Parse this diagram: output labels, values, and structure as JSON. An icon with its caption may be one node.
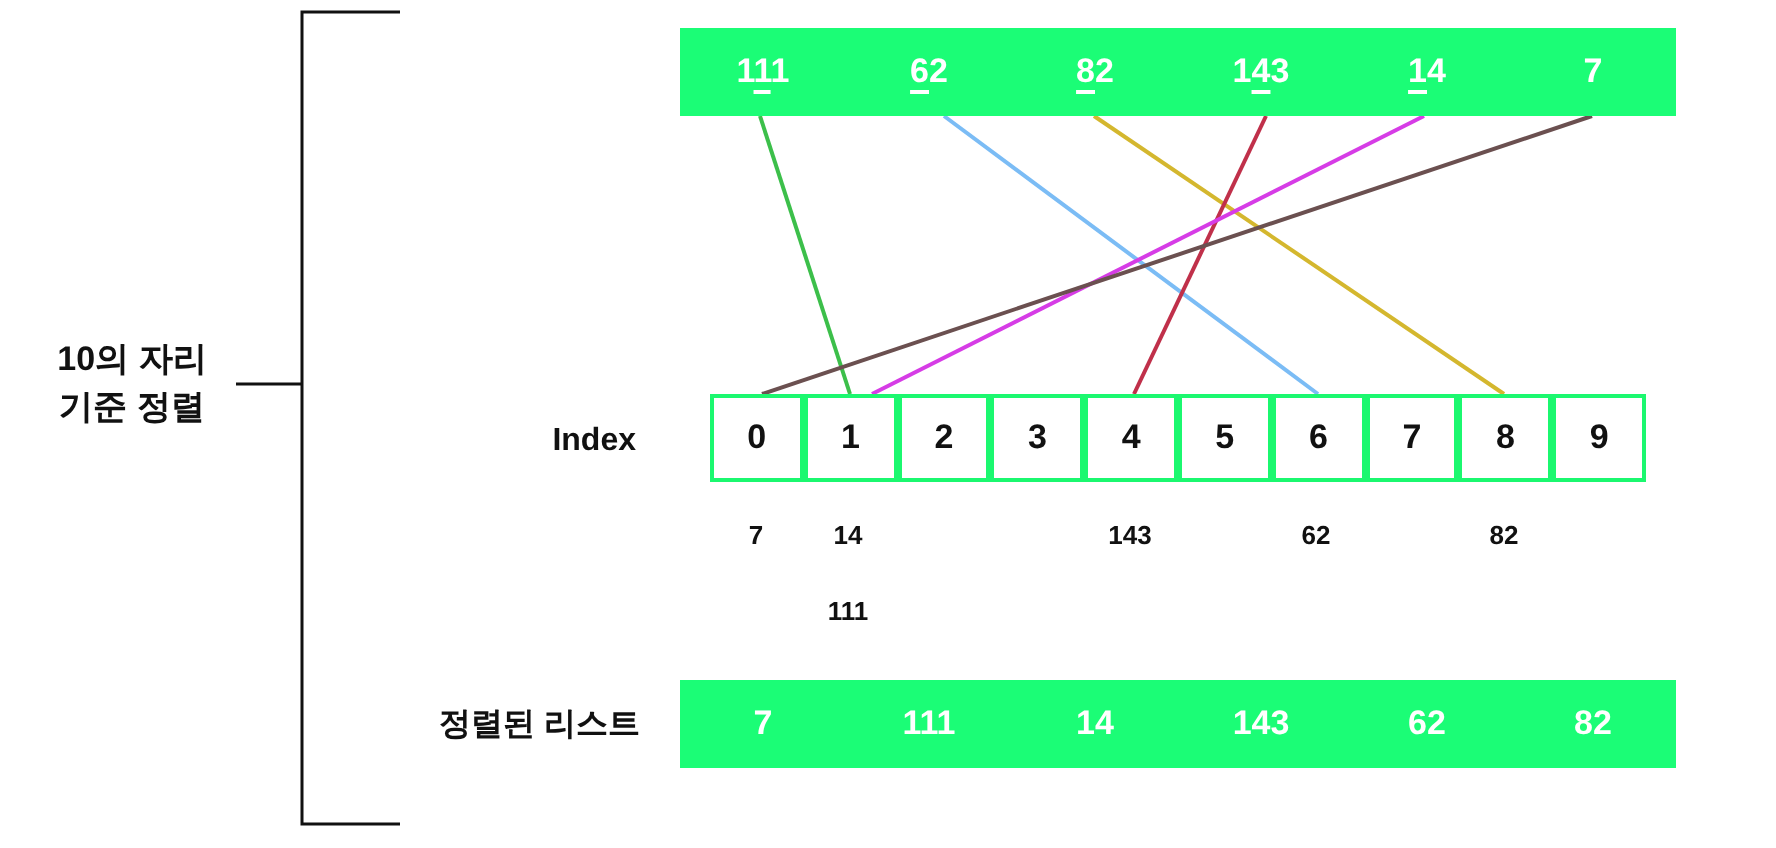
{
  "diagram": {
    "nodes": [
      {
        "text": [
          "111"
        ]
      },
      {
        "text": [
          "62"
        ]
      },
      {
        "text": [
          "82"
        ]
      },
      {
        "text": [
          "143"
        ]
      },
      {
        "text": [
          "14"
        ]
      },
      {
        "text": [
          "7"
        ]
      },
      {
        "text": [
          "0"
        ]
      },
      {
        "text": [
          "1"
        ]
      },
      {
        "text": [
          "2"
        ]
      },
      {
        "text": [
          "3"
        ]
      },
      {
        "text": [
          "4"
        ]
      },
      {
        "text": [
          "5"
        ]
      },
      {
        "text": [
          "6"
        ]
      },
      {
        "text": [
          "7"
        ]
      },
      {
        "text": [
          "8"
        ]
      },
      {
        "text": [
          "9"
        ]
      },
      {
        "text": [
          "7"
        ]
      },
      {
        "text": [
          "111"
        ]
      },
      {
        "text": [
          "14"
        ]
      },
      {
        "text": [
          "143"
        ]
      },
      {
        "text": [
          "62"
        ]
      },
      {
        "text": [
          "82"
        ]
      }
    ],
    "edges": [
      {
        "from": 0,
        "to": 7,
        "arrow": "none",
        "color": "#3cbf4a"
      },
      {
        "from": 1,
        "to": 12,
        "arrow": "none",
        "color": "#7bbcf5"
      },
      {
        "from": 2,
        "to": 14,
        "arrow": "none",
        "color": "#d4b72e"
      },
      {
        "from": 3,
        "to": 10,
        "arrow": "none",
        "color": "#c0304a"
      },
      {
        "from": 4,
        "to": 7,
        "arrow": "none",
        "color": "#d63ce6"
      },
      {
        "from": 5,
        "to": 6,
        "arrow": "none",
        "color": "#6b5050"
      }
    ],
    "labels": [
      "10의 자리 기준 정렬",
      "Index",
      "7",
      "14",
      "143",
      "62",
      "82",
      "111",
      "정렬된 리스트"
    ]
  }
}
